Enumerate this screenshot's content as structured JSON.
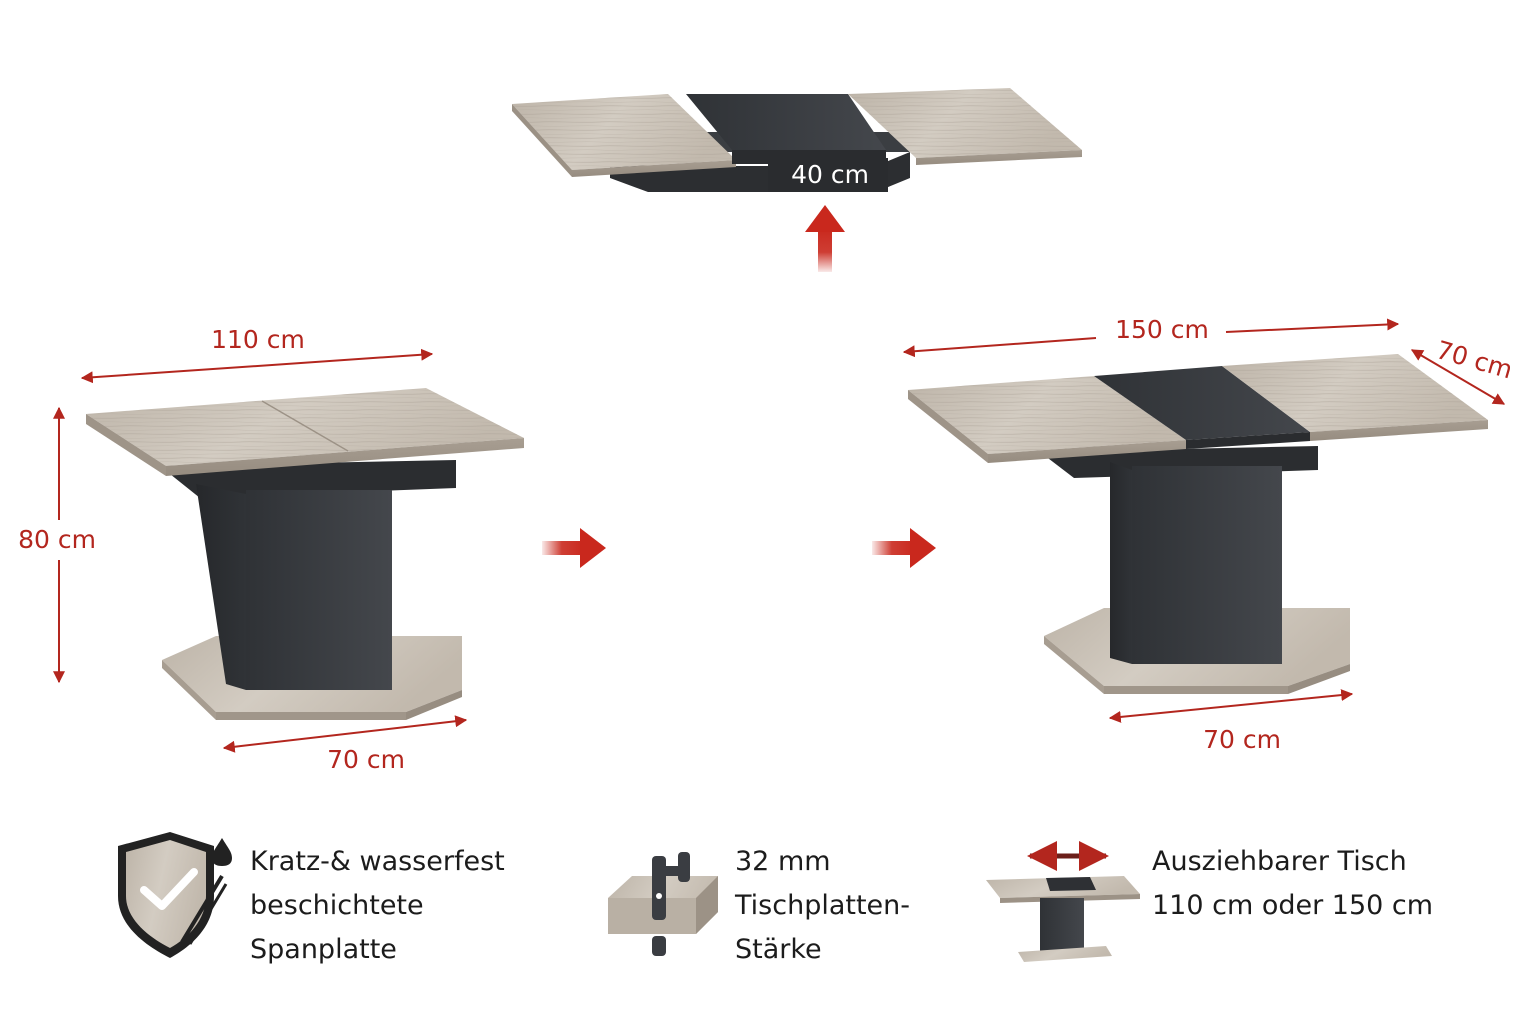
{
  "dimensions": {
    "insert_width": "40 cm",
    "closed_length": "110 cm",
    "height": "80 cm",
    "closed_depth": "70 cm",
    "open_length": "150 cm",
    "open_depth_top": "70 cm",
    "open_depth_bottom": "70 cm"
  },
  "features": [
    {
      "icon": "shield-check-icon",
      "lines": [
        "Kratz-& wasserfest",
        "beschichtete",
        "Spanplatte"
      ]
    },
    {
      "icon": "tabletop-bracket-icon",
      "lines": [
        "32 mm",
        "Tischplatten-",
        "Stärke"
      ]
    },
    {
      "icon": "extendable-table-icon",
      "lines": [
        "Ausziehbarer Tisch",
        "110 cm oder 150 cm"
      ]
    }
  ],
  "colors": {
    "accent": "#b3261e",
    "anthracite": "#3a3d42",
    "oak": "#c9c1b6"
  }
}
